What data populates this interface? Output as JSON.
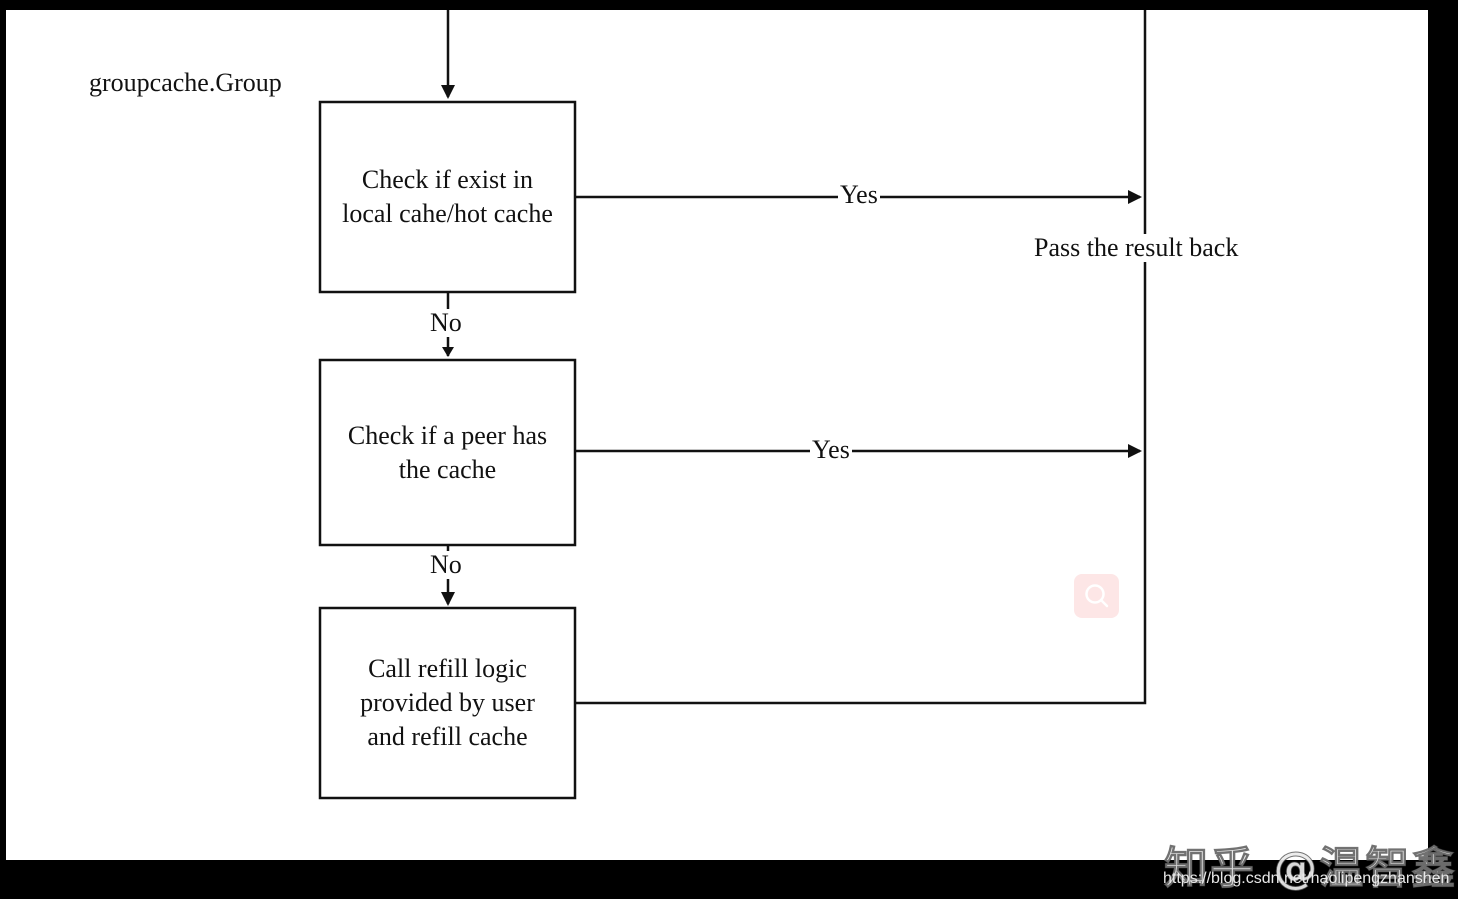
{
  "diagram": {
    "group_label": "groupcache.Group",
    "nodes": [
      {
        "id": "check-local",
        "text": "Check if exist in\nlocal cahe/hot cache"
      },
      {
        "id": "check-peer",
        "text": "Check if a peer has\nthe cache"
      },
      {
        "id": "refill",
        "text": "Call refill logic\nprovided by user\nand refill cache"
      }
    ],
    "edges": [
      {
        "from": "check-local",
        "to": "result",
        "label": "Yes"
      },
      {
        "from": "check-peer",
        "to": "result",
        "label": "Yes"
      },
      {
        "from": "check-local",
        "to": "check-peer",
        "label": "No"
      },
      {
        "from": "check-peer",
        "to": "refill",
        "label": "No"
      },
      {
        "from": "refill",
        "to": "result",
        "label": ""
      }
    ],
    "result_label": "Pass the result back"
  },
  "overlay": {
    "search_icon": "search-icon",
    "accent_color": "#fde6e6"
  },
  "watermark": {
    "text": "知乎 @温智鑫",
    "url": "https://blog.csdn.net/haolipengzhanshen"
  }
}
